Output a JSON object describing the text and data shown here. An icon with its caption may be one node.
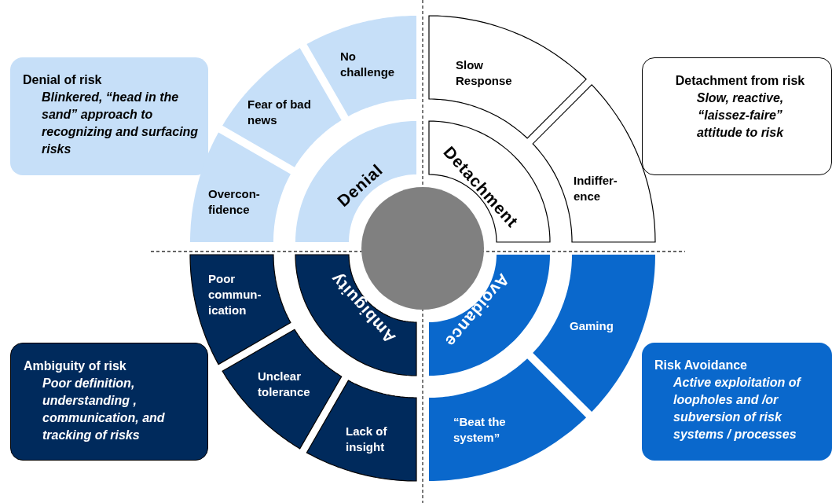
{
  "diagram": {
    "nodes": [
      {
        "text": [
          "Denial of risk",
          "Blinkered, “head in the sand” approach to recognizing and surfacing risks"
        ]
      },
      {
        "text": [
          "Detachment from risk",
          "Slow, reactive, “laissez-faire” attitude to risk"
        ]
      },
      {
        "text": [
          "No challenge"
        ]
      },
      {
        "text": [
          "Fear of bad news"
        ]
      },
      {
        "text": [
          "Overcon- fidence"
        ]
      },
      {
        "text": [
          "Slow Response"
        ]
      },
      {
        "text": [
          "Indiffer- ence"
        ]
      },
      {
        "text": [
          "Denial"
        ]
      },
      {
        "text": [
          "Detachment"
        ]
      },
      {
        "text": [],
        "shape": "circle"
      },
      {
        "text": [
          "Poor commun- ication"
        ]
      },
      {
        "text": [
          "Ambiguity"
        ]
      },
      {
        "text": [
          "Avoidance"
        ]
      },
      {
        "text": [
          "Gaming"
        ]
      },
      {
        "text": [
          "Ambiguity of risk",
          "Poor definition, understanding , communication, and tracking of risks"
        ]
      },
      {
        "text": [
          "Unclear tolerance"
        ]
      },
      {
        "text": [
          "Risk Avoidance",
          "Active exploitation of loopholes and /or subversion of risk systems / processes"
        ]
      },
      {
        "text": [
          "“Beat the system”"
        ]
      },
      {
        "text": [
          "Lack of insight"
        ]
      }
    ],
    "edges": []
  }
}
